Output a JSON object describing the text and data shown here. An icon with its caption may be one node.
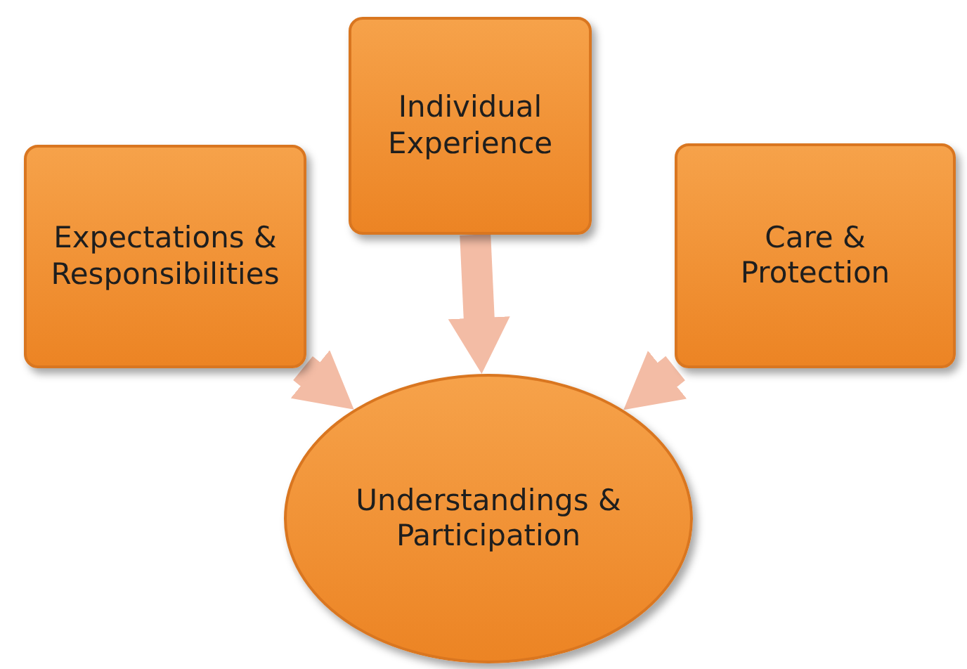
{
  "diagram": {
    "nodes": [
      {
        "text": [
          "Expectations & Responsibilities"
        ]
      },
      {
        "text": [
          "Individual Experience"
        ]
      },
      {
        "text": [
          "Care & Protection"
        ]
      },
      {
        "text": [
          "Understandings & Participation"
        ]
      }
    ],
    "edges": [
      {
        "from": 0,
        "to": 3,
        "arrow": "to"
      },
      {
        "from": 1,
        "to": 3,
        "arrow": "to"
      },
      {
        "from": 2,
        "to": 3,
        "arrow": "to"
      }
    ]
  }
}
